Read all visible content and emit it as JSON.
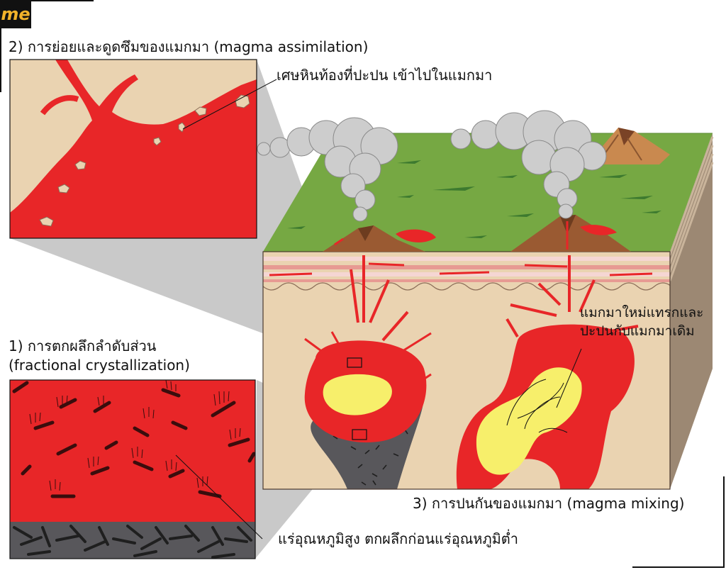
{
  "brand": {
    "logo_text": "me",
    "logo_color": "#f2b32a"
  },
  "headings": {
    "assimilation": "2) การย่อยและดูดซึมของแมกมา (magma assimilation)",
    "fractional_line1": "1) การตกผลึกลำดับส่วน",
    "fractional_line2": "(fractional crystallization)",
    "mixing": "3) การปนกันของแมกมา (magma mixing)"
  },
  "annotations": {
    "xenolith": "เศษหินท้องที่ปะปน เข้าไปในแมกมา",
    "mixing_line1": "แมกมาใหม่แทรกและ",
    "mixing_line2": "ปะปนกับแมกมาเดิม",
    "crystals": "แร่อุณหภูมิสูง ตกผลึกก่อนแร่อุณหภูมิต่ำ"
  },
  "colors": {
    "magma": "#e82628",
    "new_magma": "#f7ef6b",
    "crust": "#ead3b1",
    "surface": "#76a843",
    "crystal_mush": "#58575b",
    "volcano": "#9a5a32",
    "smoke": "#bdbdbd"
  }
}
